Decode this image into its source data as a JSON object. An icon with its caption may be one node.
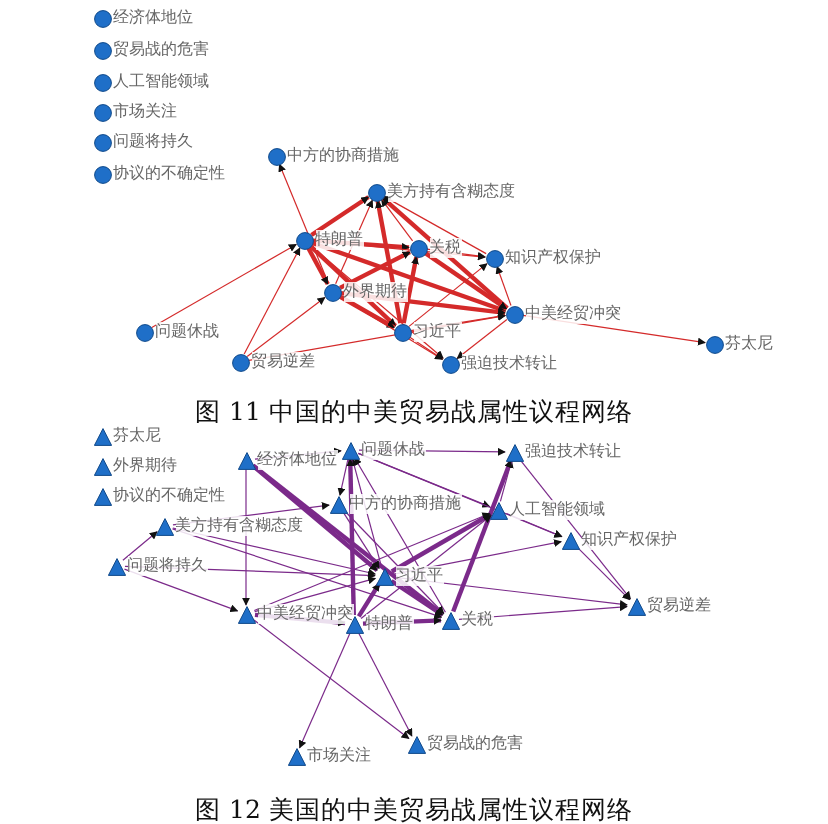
{
  "diagram": {
    "nodes": [
      {
        "text": [
          "经济体地位"
        ]
      },
      {
        "text": [
          "贸易战的危害"
        ]
      },
      {
        "text": [
          "人工智能领域"
        ]
      },
      {
        "text": [
          "市场关注"
        ]
      },
      {
        "text": [
          "问题将持久"
        ]
      },
      {
        "text": [
          "协议的不确定性"
        ]
      },
      {
        "text": [
          "中方的协商措施"
        ]
      },
      {
        "text": [
          "美方持有含糊态度"
        ]
      },
      {
        "text": [
          "特朗普"
        ]
      },
      {
        "text": [
          "关税"
        ]
      },
      {
        "text": [
          "知识产权保护"
        ]
      },
      {
        "text": [
          "外界期待"
        ]
      },
      {
        "text": [
          "问题休战"
        ]
      },
      {
        "text": [
          "习近平"
        ]
      },
      {
        "text": [
          "中美经贸冲突"
        ]
      },
      {
        "text": [
          "贸易逆差"
        ]
      },
      {
        "text": [
          "强迫技术转让"
        ]
      },
      {
        "text": [
          "芬太尼"
        ]
      },
      {
        "text": [
          "芬太尼"
        ]
      },
      {
        "text": [
          "外界期待"
        ]
      },
      {
        "text": [
          "协议的不确定性"
        ]
      },
      {
        "text": [
          "经济体地位"
        ]
      },
      {
        "text": [
          "问题休战"
        ]
      },
      {
        "text": [
          "强迫技术转让"
        ]
      },
      {
        "text": [
          "中方的协商措施"
        ]
      },
      {
        "text": [
          "人工智能领域"
        ]
      },
      {
        "text": [
          "美方持有含糊态度"
        ]
      },
      {
        "text": [
          "问题将持久"
        ]
      },
      {
        "text": [
          "知识产权保护"
        ]
      },
      {
        "text": [
          "习近平"
        ]
      },
      {
        "text": [
          "贸易逆差"
        ]
      },
      {
        "text": [
          "中美经贸冲突"
        ]
      },
      {
        "text": [
          "特朗普"
        ]
      },
      {
        "text": [
          "关税"
        ]
      },
      {
        "text": [
          "市场关注"
        ]
      },
      {
        "text": [
          "贸易战的危害"
        ]
      }
    ],
    "edges": [
      {
        "from": 8,
        "to": 7,
        "arrow": "to",
        "style": "thick",
        "color": "#d42a2a"
      },
      {
        "from": 9,
        "to": 7,
        "arrow": "to",
        "color": "#d42a2a"
      },
      {
        "from": 11,
        "to": 7,
        "arrow": "to",
        "color": "#d42a2a"
      },
      {
        "from": 13,
        "to": 7,
        "arrow": "to",
        "style": "thick",
        "color": "#d42a2a"
      },
      {
        "from": 14,
        "to": 7,
        "arrow": "to",
        "style": "thick",
        "color": "#d42a2a"
      },
      {
        "from": 10,
        "to": 7,
        "arrow": "to",
        "color": "#d42a2a"
      },
      {
        "from": 11,
        "to": 6,
        "arrow": "to",
        "color": "#d42a2a"
      },
      {
        "from": 12,
        "to": 8,
        "arrow": "to",
        "color": "#d42a2a"
      },
      {
        "from": 8,
        "to": 9,
        "arrow": "to",
        "style": "thick",
        "color": "#d42a2a"
      },
      {
        "from": 8,
        "to": 11,
        "arrow": "to",
        "style": "thick",
        "color": "#d42a2a"
      },
      {
        "from": 8,
        "to": 13,
        "arrow": "to",
        "style": "thick",
        "color": "#d42a2a"
      },
      {
        "from": 8,
        "to": 14,
        "arrow": "to",
        "style": "thick",
        "color": "#d42a2a"
      },
      {
        "from": 11,
        "to": 9,
        "arrow": "to",
        "style": "thick",
        "color": "#d42a2a"
      },
      {
        "from": 13,
        "to": 9,
        "arrow": "to",
        "style": "thick",
        "color": "#d42a2a"
      },
      {
        "from": 9,
        "to": 14,
        "arrow": "to",
        "style": "thick",
        "color": "#d42a2a"
      },
      {
        "from": 11,
        "to": 14,
        "arrow": "to",
        "style": "thick",
        "color": "#d42a2a"
      },
      {
        "from": 13,
        "to": 14,
        "arrow": "to",
        "color": "#d42a2a"
      },
      {
        "from": 11,
        "to": 13,
        "arrow": "to",
        "style": "thick",
        "color": "#d42a2a"
      },
      {
        "from": 9,
        "to": 10,
        "arrow": "to",
        "color": "#d42a2a"
      },
      {
        "from": 14,
        "to": 10,
        "arrow": "to",
        "color": "#d42a2a"
      },
      {
        "from": 13,
        "to": 10,
        "arrow": "to",
        "color": "#d42a2a"
      },
      {
        "from": 8,
        "to": 10,
        "arrow": "to",
        "color": "#d42a2a"
      },
      {
        "from": 15,
        "to": 11,
        "arrow": "to",
        "color": "#d42a2a"
      },
      {
        "from": 15,
        "to": 8,
        "arrow": "to",
        "color": "#d42a2a"
      },
      {
        "from": 15,
        "to": 14,
        "arrow": "to",
        "color": "#d42a2a"
      },
      {
        "from": 8,
        "to": 16,
        "arrow": "to",
        "color": "#d42a2a"
      },
      {
        "from": 13,
        "to": 16,
        "arrow": "to",
        "color": "#d42a2a"
      },
      {
        "from": 11,
        "to": 16,
        "arrow": "to",
        "color": "#d42a2a"
      },
      {
        "from": 14,
        "to": 16,
        "arrow": "to",
        "color": "#d42a2a"
      },
      {
        "from": 14,
        "to": 17,
        "arrow": "to",
        "color": "#d42a2a"
      },
      {
        "from": 21,
        "to": 22,
        "arrow": "to"
      },
      {
        "from": 21,
        "to": 29,
        "arrow": "to",
        "style": "thick"
      },
      {
        "from": 21,
        "to": 31,
        "arrow": "to"
      },
      {
        "from": 21,
        "to": 33,
        "arrow": "to",
        "style": "thick"
      },
      {
        "from": 22,
        "to": 23,
        "arrow": "to"
      },
      {
        "from": 22,
        "to": 24,
        "arrow": "to"
      },
      {
        "from": 22,
        "to": 25,
        "arrow": "to"
      },
      {
        "from": 29,
        "to": 22,
        "arrow": "to"
      },
      {
        "from": 32,
        "to": 22,
        "arrow": "to",
        "style": "thick"
      },
      {
        "from": 33,
        "to": 22,
        "arrow": "to"
      },
      {
        "from": 26,
        "to": 24,
        "arrow": "to"
      },
      {
        "from": 26,
        "to": 29,
        "arrow": "to"
      },
      {
        "from": 27,
        "to": 26,
        "arrow": "to"
      },
      {
        "from": 27,
        "to": 29,
        "arrow": "to"
      },
      {
        "from": 27,
        "to": 31,
        "arrow": "to"
      },
      {
        "from": 25,
        "to": 23,
        "arrow": "to"
      },
      {
        "from": 33,
        "to": 23,
        "arrow": "to",
        "style": "thick"
      },
      {
        "from": 29,
        "to": 25,
        "arrow": "to",
        "style": "thick"
      },
      {
        "from": 32,
        "to": 25,
        "arrow": "to"
      },
      {
        "from": 31,
        "to": 25,
        "arrow": "to"
      },
      {
        "from": 25,
        "to": 28,
        "arrow": "to"
      },
      {
        "from": 29,
        "to": 28,
        "arrow": "to"
      },
      {
        "from": 22,
        "to": 28,
        "arrow": "to"
      },
      {
        "from": 28,
        "to": 30,
        "arrow": "to"
      },
      {
        "from": 23,
        "to": 30,
        "arrow": "to"
      },
      {
        "from": 29,
        "to": 30,
        "arrow": "to"
      },
      {
        "from": 33,
        "to": 30,
        "arrow": "to"
      },
      {
        "from": 31,
        "to": 32,
        "arrow": "to",
        "style": "thick"
      },
      {
        "from": 32,
        "to": 33,
        "arrow": "to",
        "style": "thick"
      },
      {
        "from": 29,
        "to": 33,
        "arrow": "to",
        "style": "thick"
      },
      {
        "from": 31,
        "to": 29,
        "arrow": "to"
      },
      {
        "from": 32,
        "to": 29,
        "arrow": "to",
        "style": "thick"
      },
      {
        "from": 32,
        "to": 34,
        "arrow": "to"
      },
      {
        "from": 31,
        "to": 35,
        "arrow": "to"
      },
      {
        "from": 32,
        "to": 35,
        "arrow": "to"
      },
      {
        "from": 24,
        "to": 33,
        "arrow": "to"
      },
      {
        "from": 24,
        "to": 29,
        "arrow": "to"
      },
      {
        "from": 26,
        "to": 33,
        "arrow": "to"
      }
    ],
    "labels": [
      "图 11 中国的中美贸易战属性议程网络",
      "图 12 美国的中美贸易战属性议程网络"
    ]
  }
}
